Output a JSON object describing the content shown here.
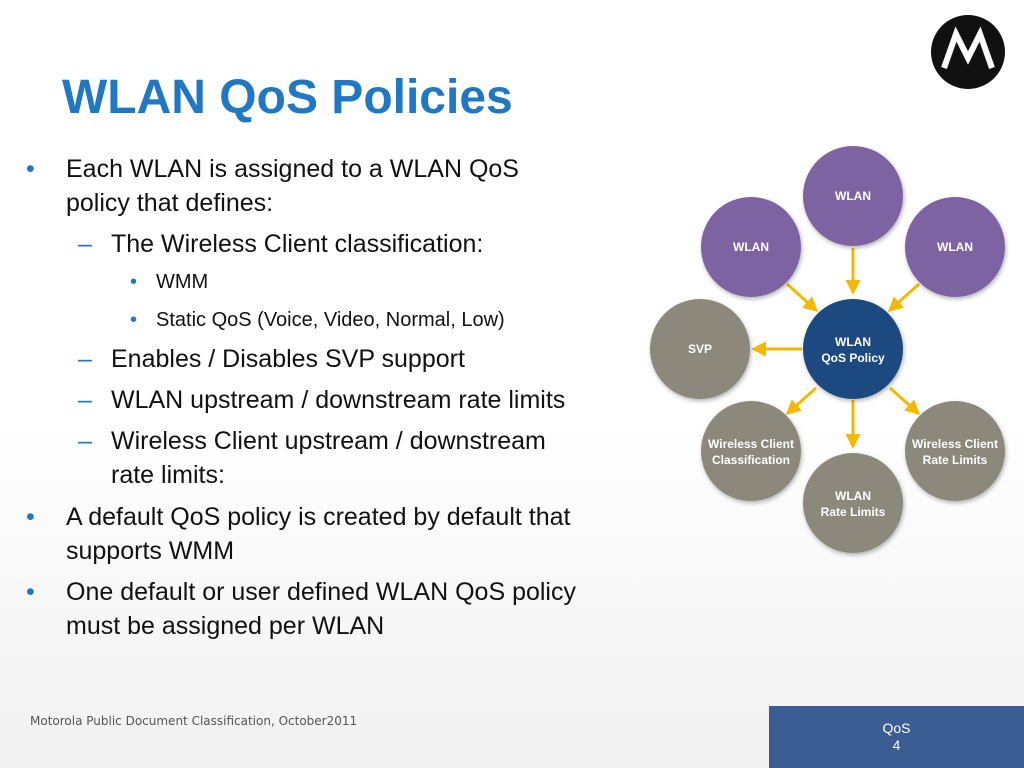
{
  "title": "WLAN QoS Policies",
  "bullets": {
    "b1_line1": "Each WLAN is assigned to a WLAN QoS",
    "b1_line2": "policy that defines:",
    "s1": "The Wireless Client classification:",
    "s1a": "WMM",
    "s1b": "Static QoS (Voice, Video, Normal, Low)",
    "s2": "Enables / Disables SVP support",
    "s3": "WLAN upstream / downstream rate limits",
    "s4_line1": "Wireless Client upstream / downstream",
    "s4_line2": "rate limits:",
    "b2_line1": "A default QoS policy is created by default that",
    "b2_line2": "supports WMM",
    "b3_line1": "One default or user defined WLAN QoS policy",
    "b3_line2": "must be assigned per WLAN"
  },
  "diagram": {
    "center": {
      "line1": "WLAN",
      "line2": "QoS Policy",
      "color": "#1f4a80"
    },
    "wlan_top": "WLAN",
    "wlan_left": "WLAN",
    "wlan_right": "WLAN",
    "svp": "SVP",
    "wc_class_line1": "Wireless Client",
    "wc_class_line2": "Classification",
    "wc_rate_line1": "Wireless Client",
    "wc_rate_line2": "Rate Limits",
    "wlan_rate_line1": "WLAN",
    "wlan_rate_line2": "Rate Limits",
    "colors": {
      "wlan": "#7e63a3",
      "policy_item": "#8c887c",
      "arrow": "#f5b800"
    }
  },
  "footer": {
    "classification": "Motorola Public Document Classification, October2011",
    "section": "QoS",
    "page": "4"
  },
  "icons": {
    "logo": "motorola-logo-icon",
    "bullet": "bullet-dot",
    "dash": "en-dash"
  }
}
